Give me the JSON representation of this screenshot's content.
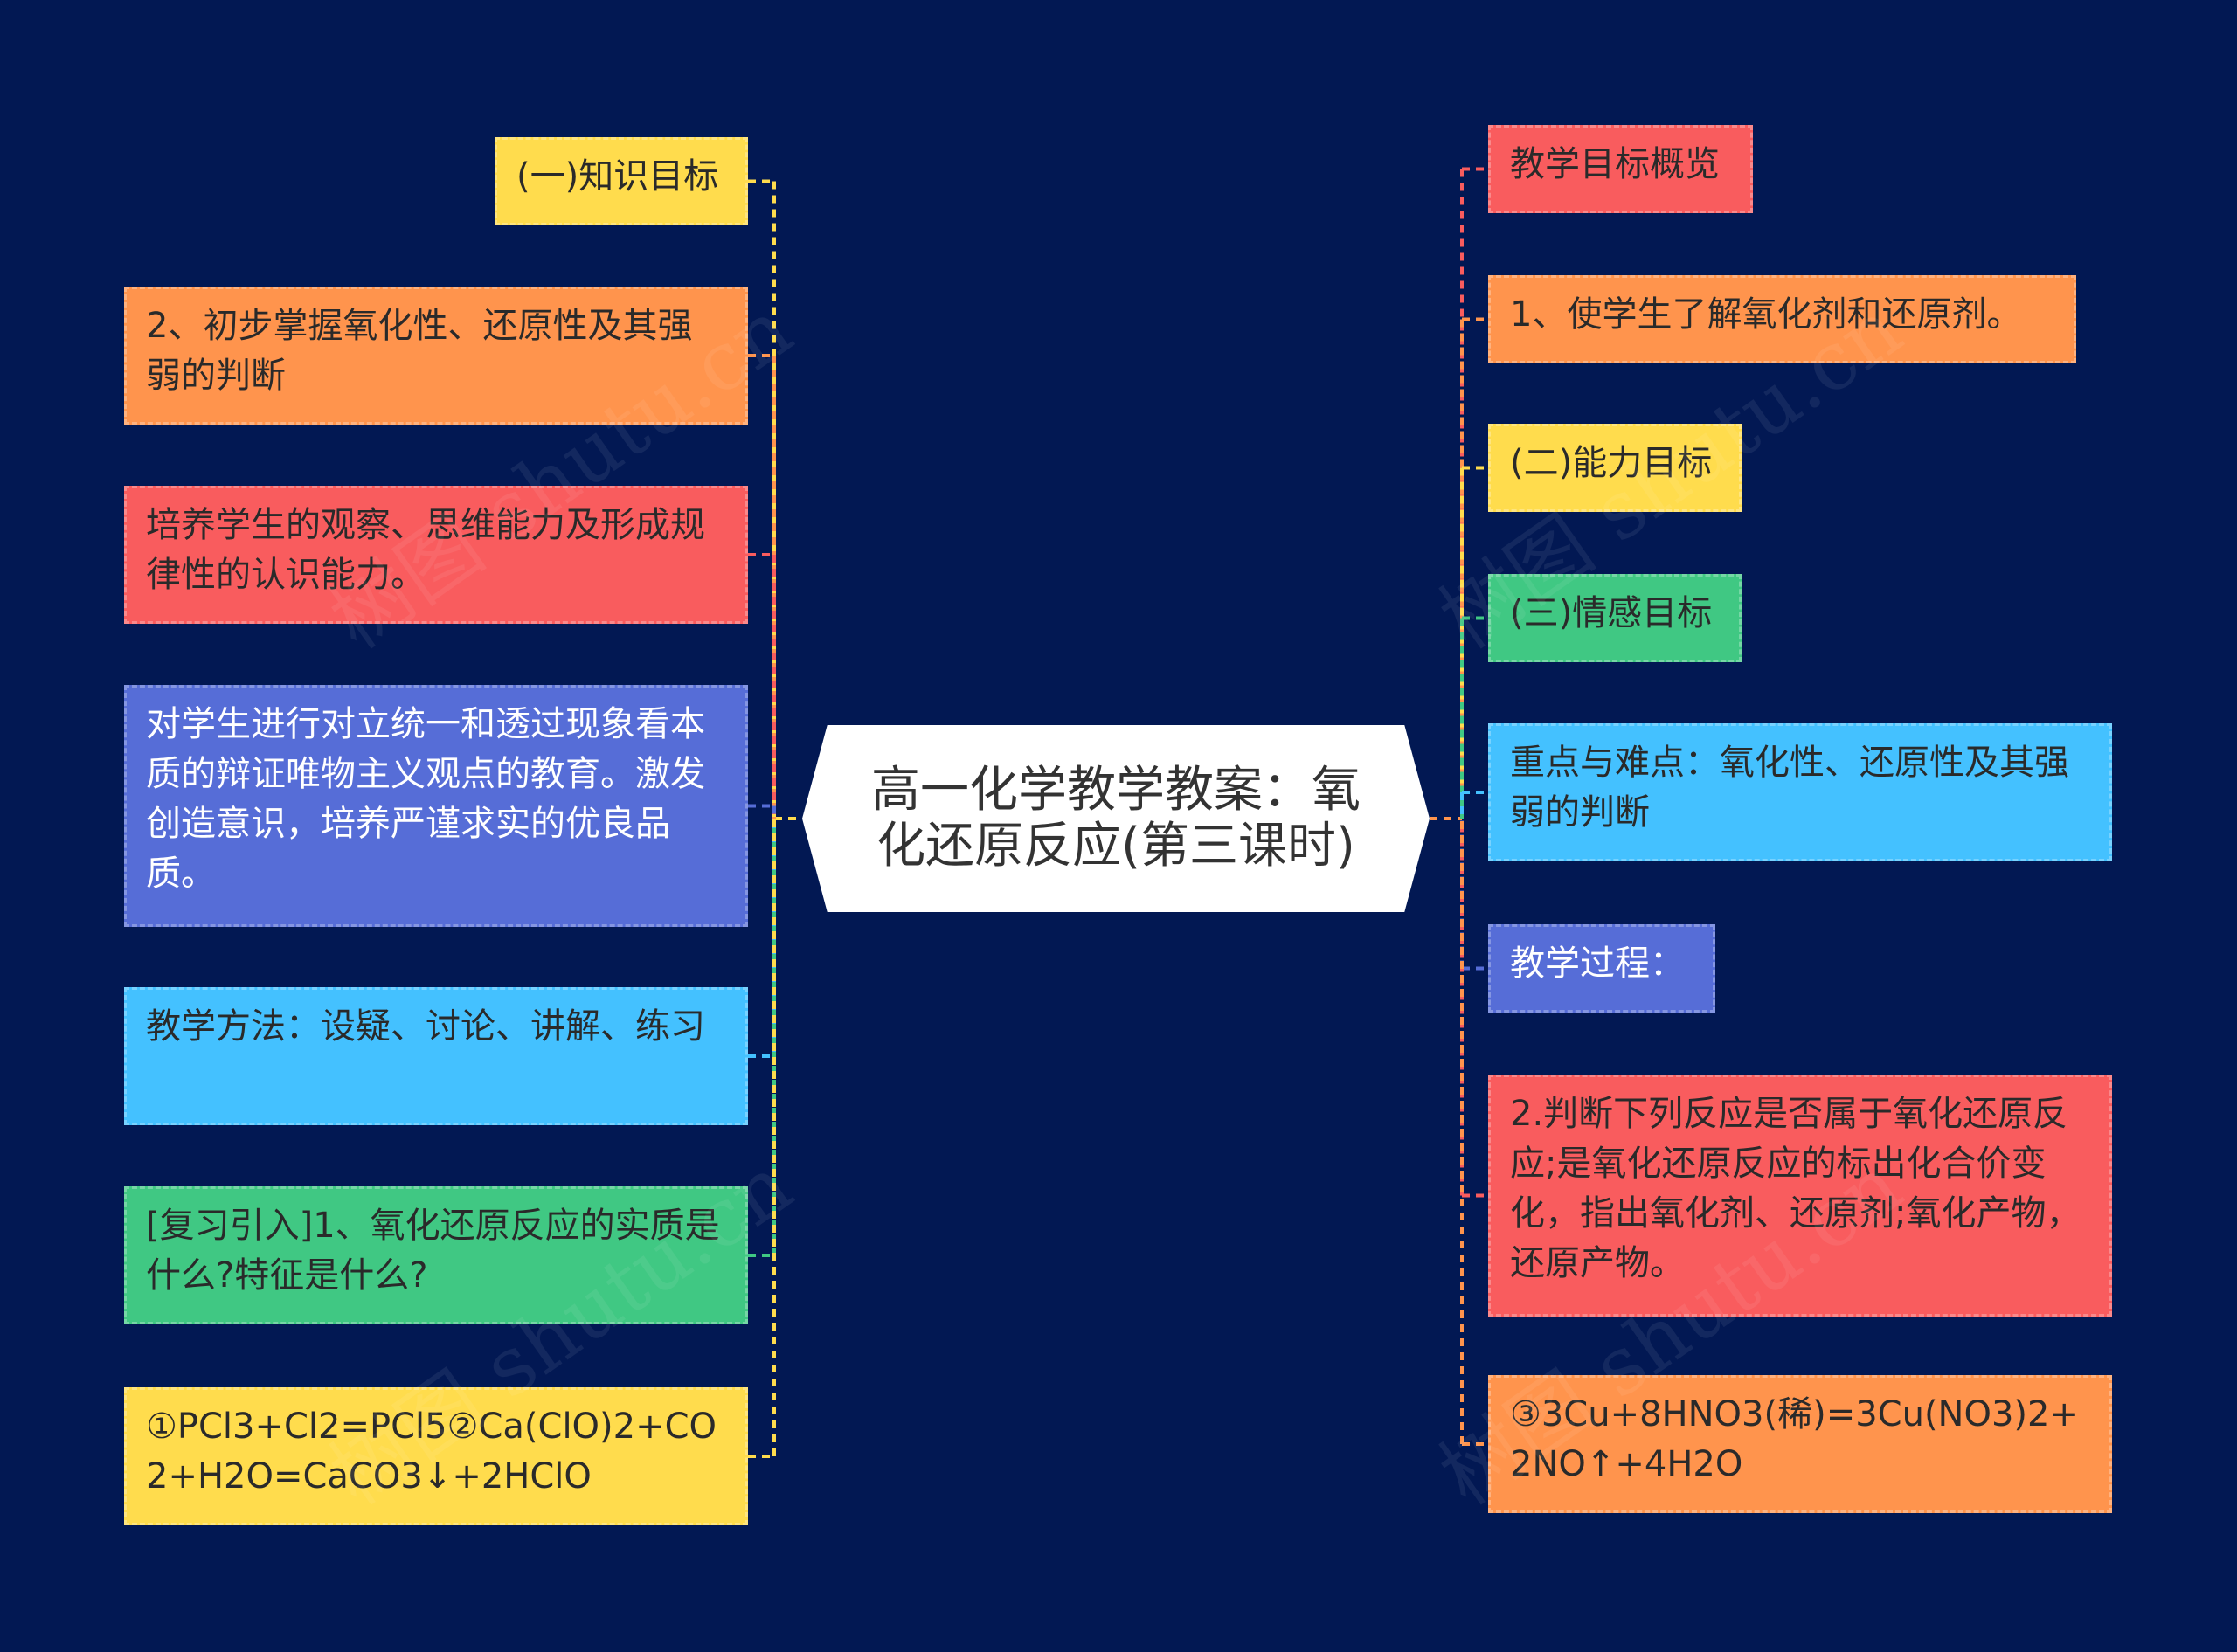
{
  "center": {
    "title": "高一化学教学教案：氧化还原反应(第三课时)"
  },
  "watermark": "树图 shutu.cn",
  "colors": {
    "background": "#021853",
    "yellow": "#ffdc4d",
    "orange": "#ff944d",
    "red": "#f95c5e",
    "blue": "#566dd7",
    "cyan": "#44c1ff",
    "green": "#40c883"
  },
  "left": [
    {
      "text": "(一)知识目标",
      "color": "#ffdc4d"
    },
    {
      "text": "2、初步掌握氧化性、还原性及其强弱的判断",
      "color": "#ff944d"
    },
    {
      "text": "培养学生的观察、思维能力及形成规律性的认识能力。",
      "color": "#f95c5e"
    },
    {
      "text": "对学生进行对立统一和透过现象看本质的辩证唯物主义观点的教育。激发创造意识，培养严谨求实的优良品质。",
      "color": "#566dd7"
    },
    {
      "text": "教学方法：设疑、讨论、讲解、练习",
      "color": "#44c1ff"
    },
    {
      "text": "[复习引入]1、氧化还原反应的实质是什么?特征是什么?",
      "color": "#40c883"
    },
    {
      "text": "①PCl3+Cl2=PCl5②Ca(ClO)2+CO2+H2O=CaCO3↓+2HClO",
      "color": "#ffdc4d"
    }
  ],
  "right": [
    {
      "text": "教学目标概览",
      "color": "#f95c5e"
    },
    {
      "text": "1、使学生了解氧化剂和还原剂。",
      "color": "#ff944d"
    },
    {
      "text": "(二)能力目标",
      "color": "#ffdc4d"
    },
    {
      "text": "(三)情感目标",
      "color": "#40c883"
    },
    {
      "text": "重点与难点：氧化性、还原性及其强弱的判断",
      "color": "#44c1ff"
    },
    {
      "text": "教学过程：",
      "color": "#566dd7"
    },
    {
      "text": "2.判断下列反应是否属于氧化还原反应;是氧化还原反应的标出化合价变化，指出氧化剂、还原剂;氧化产物，还原产物。",
      "color": "#f95c5e"
    },
    {
      "text": "③3Cu+8HNO3(稀)=3Cu(NO3)2+2NO↑+4H2O",
      "color": "#ff944d"
    }
  ]
}
